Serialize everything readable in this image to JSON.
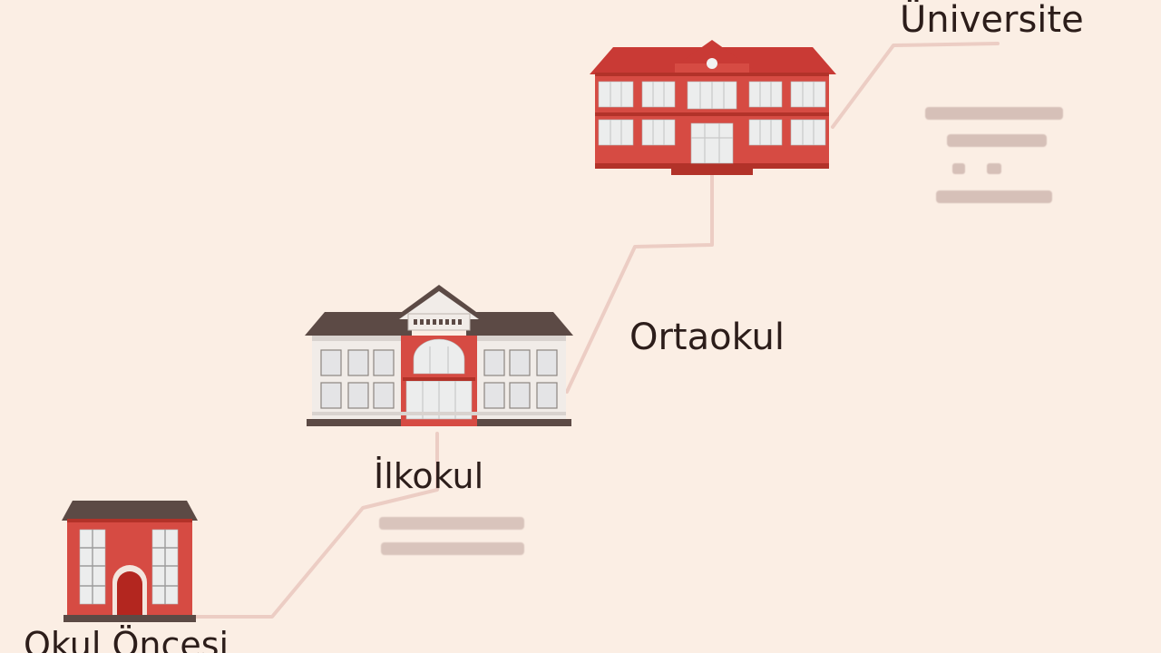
{
  "stages": {
    "okul_oncesi": {
      "label": "Okul Öncesi"
    },
    "ilkokul": {
      "label": "İlkokul"
    },
    "ortaokul": {
      "label": "Ortaokul"
    },
    "universite": {
      "label": "Üniversite"
    }
  },
  "colors": {
    "background": "#fbeee4",
    "path": "#eccdc4",
    "brick": "#d64b43",
    "roof_red": "#c93a35",
    "roof_brown": "#5c4a45",
    "wall_white": "#f1ece8",
    "window": "#e9e9ea",
    "text": "#2c1d1a"
  },
  "icons": {
    "okul_oncesi": "preschool-building-icon",
    "ilkokul": "primary-school-building-icon",
    "universite": "university-building-icon"
  }
}
